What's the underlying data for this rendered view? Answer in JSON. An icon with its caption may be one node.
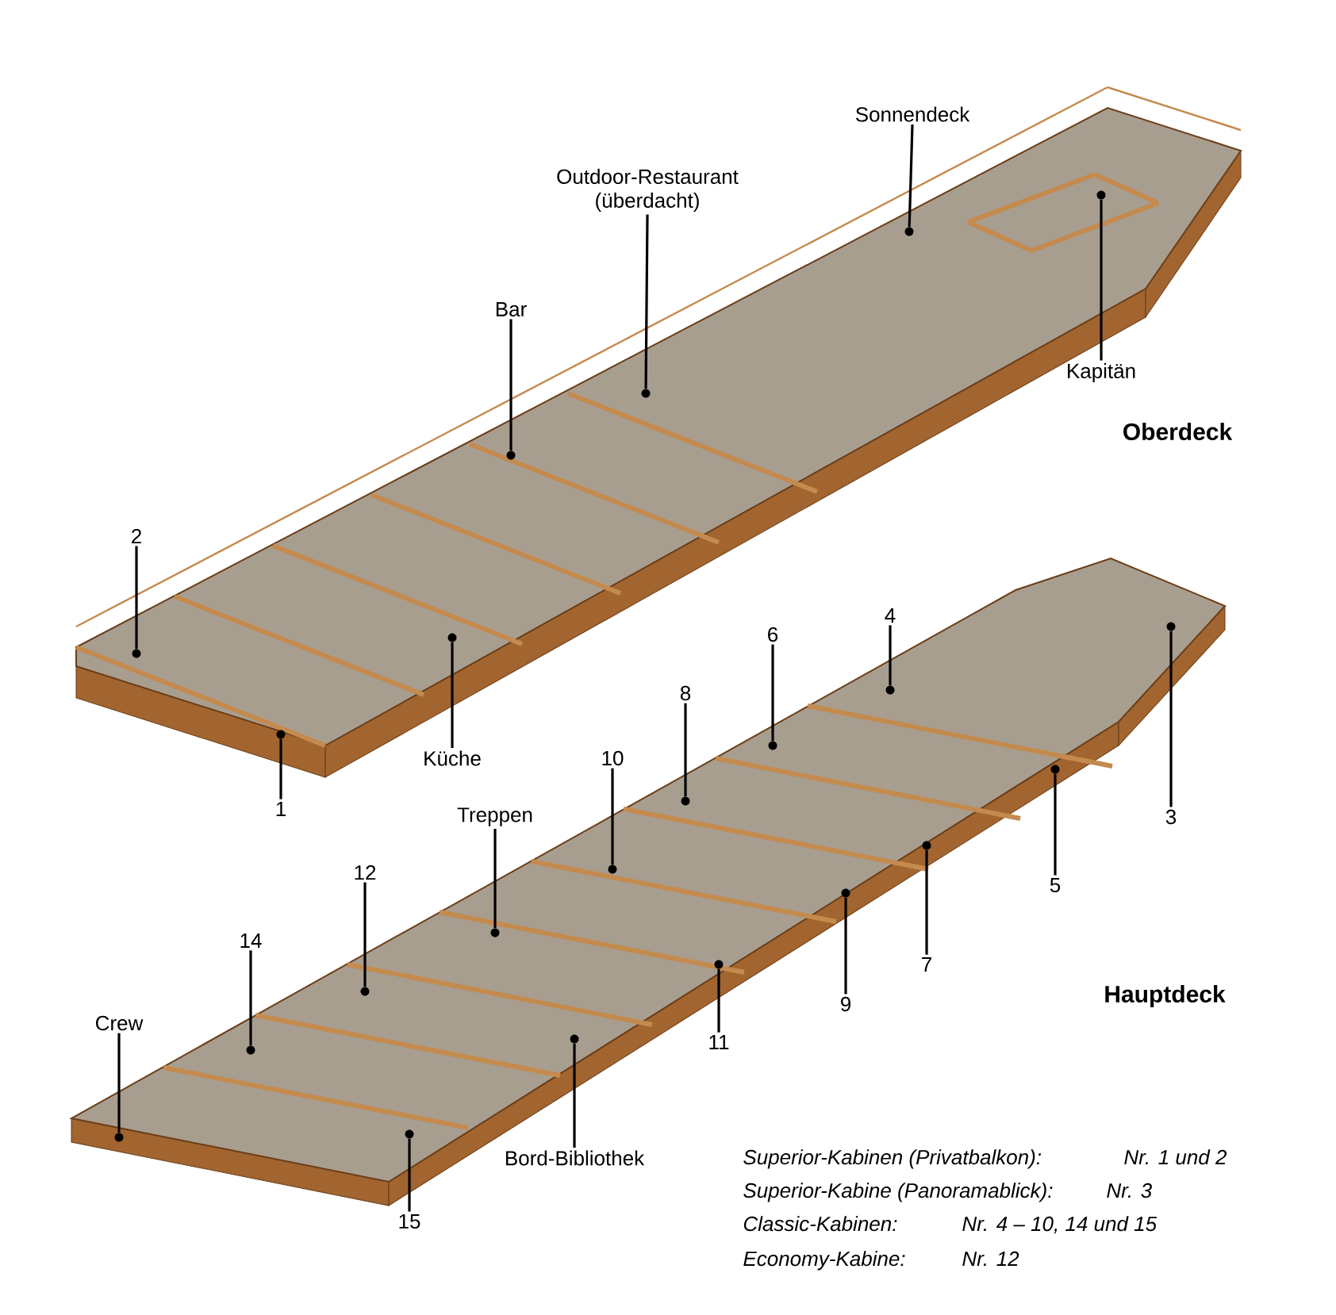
{
  "diagram": {
    "nodes": [
      {
        "text": [
          "Sonnendeck"
        ]
      },
      {
        "text": [
          "Outdoor-Restaurant (überdacht)"
        ]
      },
      {
        "text": [
          "Bar"
        ]
      },
      {
        "text": [
          "Kapitän"
        ]
      },
      {
        "text": [
          "Küche"
        ]
      },
      {
        "text": [
          "2"
        ]
      },
      {
        "text": [
          "1"
        ]
      },
      {
        "text": [
          "3"
        ]
      },
      {
        "text": [
          "4"
        ]
      },
      {
        "text": [
          "6"
        ]
      },
      {
        "text": [
          "8"
        ]
      },
      {
        "text": [
          "10"
        ]
      },
      {
        "text": [
          "5"
        ]
      },
      {
        "text": [
          "7"
        ]
      },
      {
        "text": [
          "9"
        ]
      },
      {
        "text": [
          "11"
        ]
      },
      {
        "text": [
          "Treppen"
        ]
      },
      {
        "text": [
          "12"
        ]
      },
      {
        "text": [
          "14"
        ]
      },
      {
        "text": [
          "Crew"
        ]
      },
      {
        "text": [
          "Bord-Bibliothek"
        ]
      },
      {
        "text": [
          "15"
        ]
      },
      {
        "text": [],
        "shape": "circle"
      },
      {
        "text": [],
        "shape": "circle"
      },
      {
        "text": [],
        "shape": "circle"
      },
      {
        "text": [],
        "shape": "circle"
      },
      {
        "text": [],
        "shape": "circle"
      },
      {
        "text": [],
        "shape": "circle"
      },
      {
        "text": [],
        "shape": "circle"
      },
      {
        "text": [],
        "shape": "circle"
      },
      {
        "text": [],
        "shape": "circle"
      },
      {
        "text": [],
        "shape": "circle"
      },
      {
        "text": [],
        "shape": "circle"
      },
      {
        "text": [],
        "shape": "circle"
      },
      {
        "text": [],
        "shape": "circle"
      },
      {
        "text": [],
        "shape": "circle"
      },
      {
        "text": [],
        "shape": "circle"
      },
      {
        "text": [],
        "shape": "circle"
      },
      {
        "text": [],
        "shape": "circle"
      },
      {
        "text": [],
        "shape": "circle"
      },
      {
        "text": [],
        "shape": "circle"
      },
      {
        "text": [],
        "shape": "circle"
      },
      {
        "text": [],
        "shape": "circle"
      },
      {
        "text": [],
        "shape": "circle"
      }
    ],
    "edges": [
      {
        "from": 0,
        "to": 22,
        "arrow": "none"
      },
      {
        "from": 1,
        "to": 23,
        "arrow": "none"
      },
      {
        "from": 2,
        "to": 24,
        "arrow": "none"
      },
      {
        "from": 3,
        "to": 25,
        "arrow": "none"
      },
      {
        "from": 4,
        "to": 26,
        "arrow": "none"
      },
      {
        "from": 5,
        "to": 27,
        "arrow": "none"
      },
      {
        "from": 6,
        "to": 28,
        "arrow": "none"
      },
      {
        "from": 7,
        "to": 29,
        "arrow": "none"
      },
      {
        "from": 8,
        "to": 30,
        "arrow": "none"
      },
      {
        "from": 9,
        "to": 31,
        "arrow": "none"
      },
      {
        "from": 10,
        "to": 32,
        "arrow": "none"
      },
      {
        "from": 11,
        "to": 33,
        "arrow": "none"
      },
      {
        "from": 12,
        "to": 34,
        "arrow": "none"
      },
      {
        "from": 13,
        "to": 35,
        "arrow": "none"
      },
      {
        "from": 14,
        "to": 36,
        "arrow": "none"
      },
      {
        "from": 15,
        "to": 37,
        "arrow": "none"
      },
      {
        "from": 16,
        "to": 38,
        "arrow": "none"
      },
      {
        "from": 17,
        "to": 39,
        "arrow": "none"
      },
      {
        "from": 18,
        "to": 40,
        "arrow": "none"
      },
      {
        "from": 19,
        "to": 41,
        "arrow": "none"
      },
      {
        "from": 20,
        "to": 42,
        "arrow": "none"
      },
      {
        "from": 21,
        "to": 43,
        "arrow": "none"
      }
    ],
    "labels": [
      "Oberdeck",
      "Hauptdeck",
      "Superior-Kabinen (Privatbalkon):",
      "Nr. 1 und 2",
      "Superior-Kabine (Panoramablick):",
      "Nr. 3",
      "Classic-Kabinen:",
      "Nr. 4 – 10, 14 und 15",
      "Economy-Kabine:",
      "Nr. 12"
    ]
  }
}
